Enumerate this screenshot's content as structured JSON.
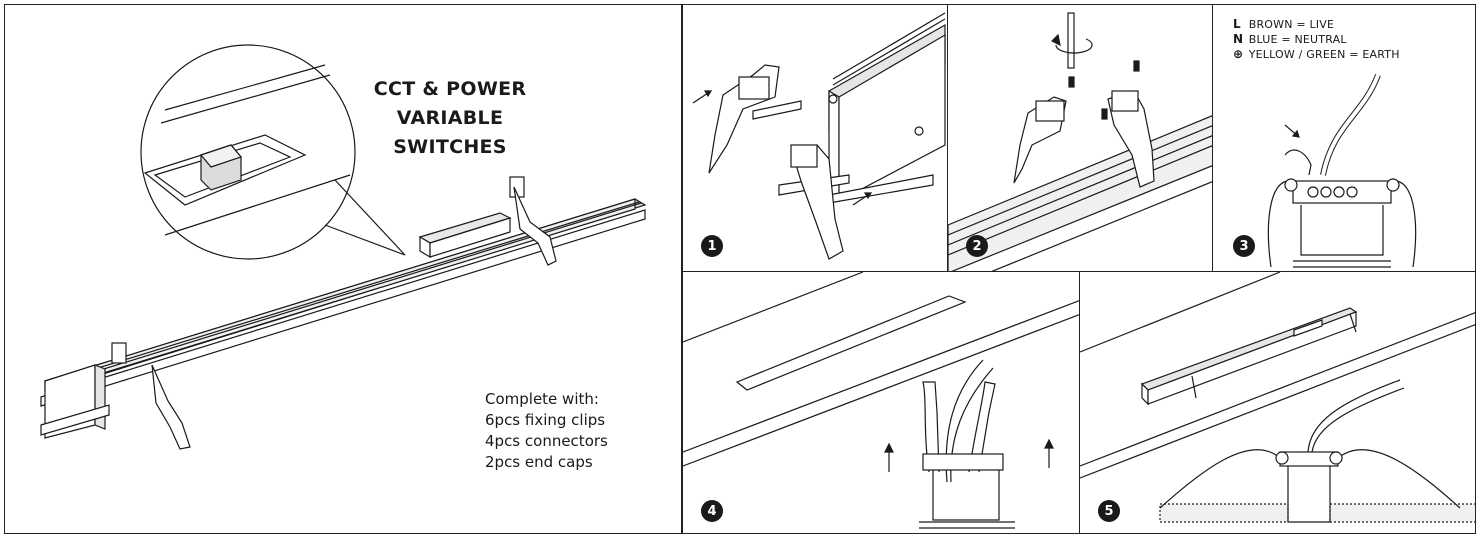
{
  "panel_main": {
    "heading_lines": [
      "CCT & POWER",
      "VARIABLE",
      "SWITCHES"
    ],
    "contents": {
      "title": "Complete with:",
      "items": [
        "6pcs fixing clips",
        "4pcs connectors",
        "2pcs end caps"
      ]
    }
  },
  "steps": {
    "one": "1",
    "two": "2",
    "three": "3",
    "four": "4",
    "five": "5"
  },
  "wiring_legend": {
    "live_code": "L",
    "live_text": "BROWN = LIVE",
    "neutral_code": "N",
    "neutral_text": "BLUE = NEUTRAL",
    "earth_symbol": "⊕",
    "earth_text": "YELLOW / GREEN = EARTH"
  }
}
